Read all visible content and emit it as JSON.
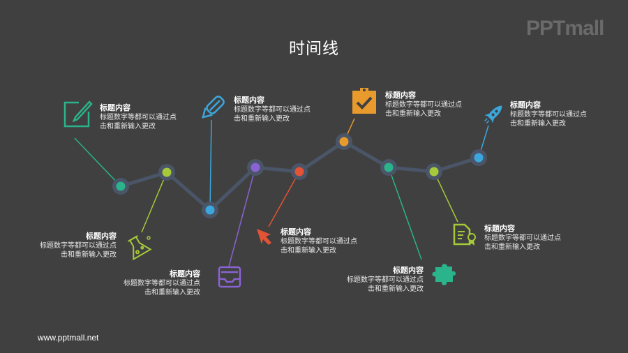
{
  "slide": {
    "title": "时间线",
    "logo": "PPTmall",
    "footer": "www.pptmall.net"
  },
  "colors": {
    "background": "#404040",
    "line": "#4a5568",
    "node_ring": "#4a5568"
  },
  "items": [
    {
      "title": "标题内容",
      "desc1": "标题数字等都可以通过点",
      "desc2": "击和重新输入更改",
      "icon": "edit-icon",
      "color": "#2bb38b"
    },
    {
      "title": "标题内容",
      "desc1": "标题数字等都可以通过点",
      "desc2": "击和重新输入更改",
      "icon": "flask-icon",
      "color": "#a6c93a"
    },
    {
      "title": "标题内容",
      "desc1": "标题数字等都可以通过点",
      "desc2": "击和重新输入更改",
      "icon": "pencil-icon",
      "color": "#3ba7dc"
    },
    {
      "title": "标题内容",
      "desc1": "标题数字等都可以通过点",
      "desc2": "击和重新输入更改",
      "icon": "inbox-icon",
      "color": "#8a63d2"
    },
    {
      "title": "标题内容",
      "desc1": "标题数字等都可以通过点",
      "desc2": "击和重新输入更改",
      "icon": "cursor-arrow-icon",
      "color": "#e35336"
    },
    {
      "title": "标题内容",
      "desc1": "标题数字等都可以通过点",
      "desc2": "击和重新输入更改",
      "icon": "clipboard-check-icon",
      "color": "#e89a2c"
    },
    {
      "title": "标题内容",
      "desc1": "标题数字等都可以通过点",
      "desc2": "击和重新输入更改",
      "icon": "puzzle-icon",
      "color": "#2bb38b"
    },
    {
      "title": "标题内容",
      "desc1": "标题数字等都可以通过点",
      "desc2": "击和重新输入更改",
      "icon": "certificate-icon",
      "color": "#a6c93a"
    },
    {
      "title": "标题内容",
      "desc1": "标题数字等都可以通过点",
      "desc2": "击和重新输入更改",
      "icon": "rocket-icon",
      "color": "#3ba7dc"
    }
  ]
}
